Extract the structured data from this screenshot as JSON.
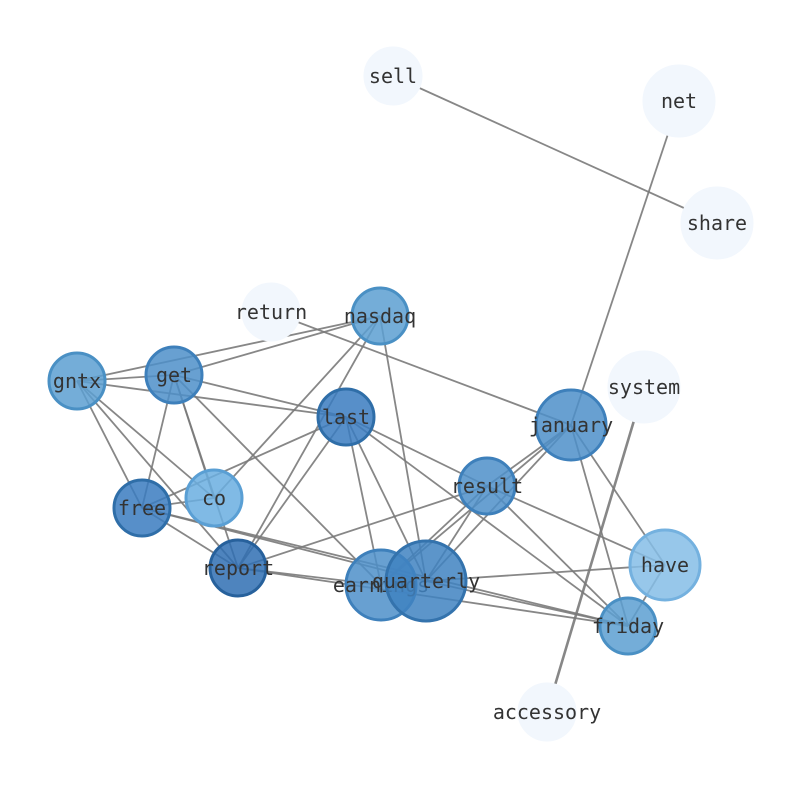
{
  "nodes": [
    {
      "id": "sell",
      "label": "sell",
      "fill": "#f2f7fd",
      "stroke": "#f2f7fd",
      "weight": 0.2
    },
    {
      "id": "net",
      "label": "net",
      "fill": "#f2f7fd",
      "stroke": "#f2f7fd",
      "weight": 0.2
    },
    {
      "id": "share",
      "label": "share",
      "fill": "#f2f7fd",
      "stroke": "#f2f7fd",
      "weight": 0.2
    },
    {
      "id": "return",
      "label": "return",
      "fill": "#f2f7fd",
      "stroke": "#f2f7fd",
      "weight": 0.2
    },
    {
      "id": "nasdaq",
      "label": "nasdaq",
      "fill": "#5c9fd1",
      "stroke": "#4a90c4",
      "weight": 0.45
    },
    {
      "id": "gntx",
      "label": "gntx",
      "fill": "#5c9fd1",
      "stroke": "#4a90c4",
      "weight": 0.45
    },
    {
      "id": "get",
      "label": "get",
      "fill": "#4d8fc9",
      "stroke": "#3e80bb",
      "weight": 0.45
    },
    {
      "id": "system",
      "label": "system",
      "fill": "#f2f7fd",
      "stroke": "#f2f7fd",
      "weight": 0.2
    },
    {
      "id": "last",
      "label": "last",
      "fill": "#3a7bbf",
      "stroke": "#2f6ea8",
      "weight": 0.45
    },
    {
      "id": "january",
      "label": "january",
      "fill": "#4d8fc9",
      "stroke": "#3e80bb",
      "weight": 0.55
    },
    {
      "id": "result",
      "label": "result",
      "fill": "#4d8fc9",
      "stroke": "#3e80bb",
      "weight": 0.45
    },
    {
      "id": "co",
      "label": "co",
      "fill": "#6aaee0",
      "stroke": "#5a9fd4",
      "weight": 0.45
    },
    {
      "id": "free",
      "label": "free",
      "fill": "#3a7bbf",
      "stroke": "#2f6ea8",
      "weight": 0.45
    },
    {
      "id": "have",
      "label": "have",
      "fill": "#85bde6",
      "stroke": "#74b1df",
      "weight": 0.55
    },
    {
      "id": "report",
      "label": "report",
      "fill": "#2f6fb3",
      "stroke": "#27619c",
      "weight": 0.45
    },
    {
      "id": "earnings",
      "label": "earnings",
      "fill": "#4d8fc9",
      "stroke": "#3e80bb",
      "weight": 0.55
    },
    {
      "id": "quarterly",
      "label": "quarterly",
      "fill": "#3f82c1",
      "stroke": "#3473ad",
      "weight": 0.65
    },
    {
      "id": "friday",
      "label": "friday",
      "fill": "#5c9fd1",
      "stroke": "#4a90c4",
      "weight": 0.45
    },
    {
      "id": "accessory",
      "label": "accessory",
      "fill": "#f2f7fd",
      "stroke": "#f2f7fd",
      "weight": 0.2
    }
  ],
  "edges": [
    [
      "sell",
      "share"
    ],
    [
      "net",
      "january"
    ],
    [
      "system",
      "accessory",
      "heavy"
    ],
    [
      "return",
      "january"
    ],
    [
      "nasdaq",
      "gntx"
    ],
    [
      "nasdaq",
      "get"
    ],
    [
      "nasdaq",
      "co"
    ],
    [
      "nasdaq",
      "report"
    ],
    [
      "nasdaq",
      "quarterly"
    ],
    [
      "gntx",
      "get"
    ],
    [
      "gntx",
      "last"
    ],
    [
      "gntx",
      "free"
    ],
    [
      "gntx",
      "co"
    ],
    [
      "gntx",
      "report"
    ],
    [
      "get",
      "last"
    ],
    [
      "get",
      "free"
    ],
    [
      "get",
      "report"
    ],
    [
      "get",
      "earnings"
    ],
    [
      "get",
      "co"
    ],
    [
      "last",
      "free"
    ],
    [
      "last",
      "report"
    ],
    [
      "last",
      "earnings"
    ],
    [
      "last",
      "quarterly"
    ],
    [
      "last",
      "result"
    ],
    [
      "last",
      "friday"
    ],
    [
      "january",
      "result"
    ],
    [
      "january",
      "earnings"
    ],
    [
      "january",
      "quarterly"
    ],
    [
      "january",
      "friday"
    ],
    [
      "january",
      "have"
    ],
    [
      "result",
      "report"
    ],
    [
      "result",
      "quarterly"
    ],
    [
      "result",
      "have"
    ],
    [
      "result",
      "friday"
    ],
    [
      "result",
      "earnings"
    ],
    [
      "free",
      "report"
    ],
    [
      "free",
      "quarterly"
    ],
    [
      "free",
      "friday"
    ],
    [
      "free",
      "co"
    ],
    [
      "report",
      "earnings"
    ],
    [
      "report",
      "friday"
    ],
    [
      "quarterly",
      "have"
    ],
    [
      "quarterly",
      "friday"
    ],
    [
      "have",
      "friday"
    ]
  ]
}
